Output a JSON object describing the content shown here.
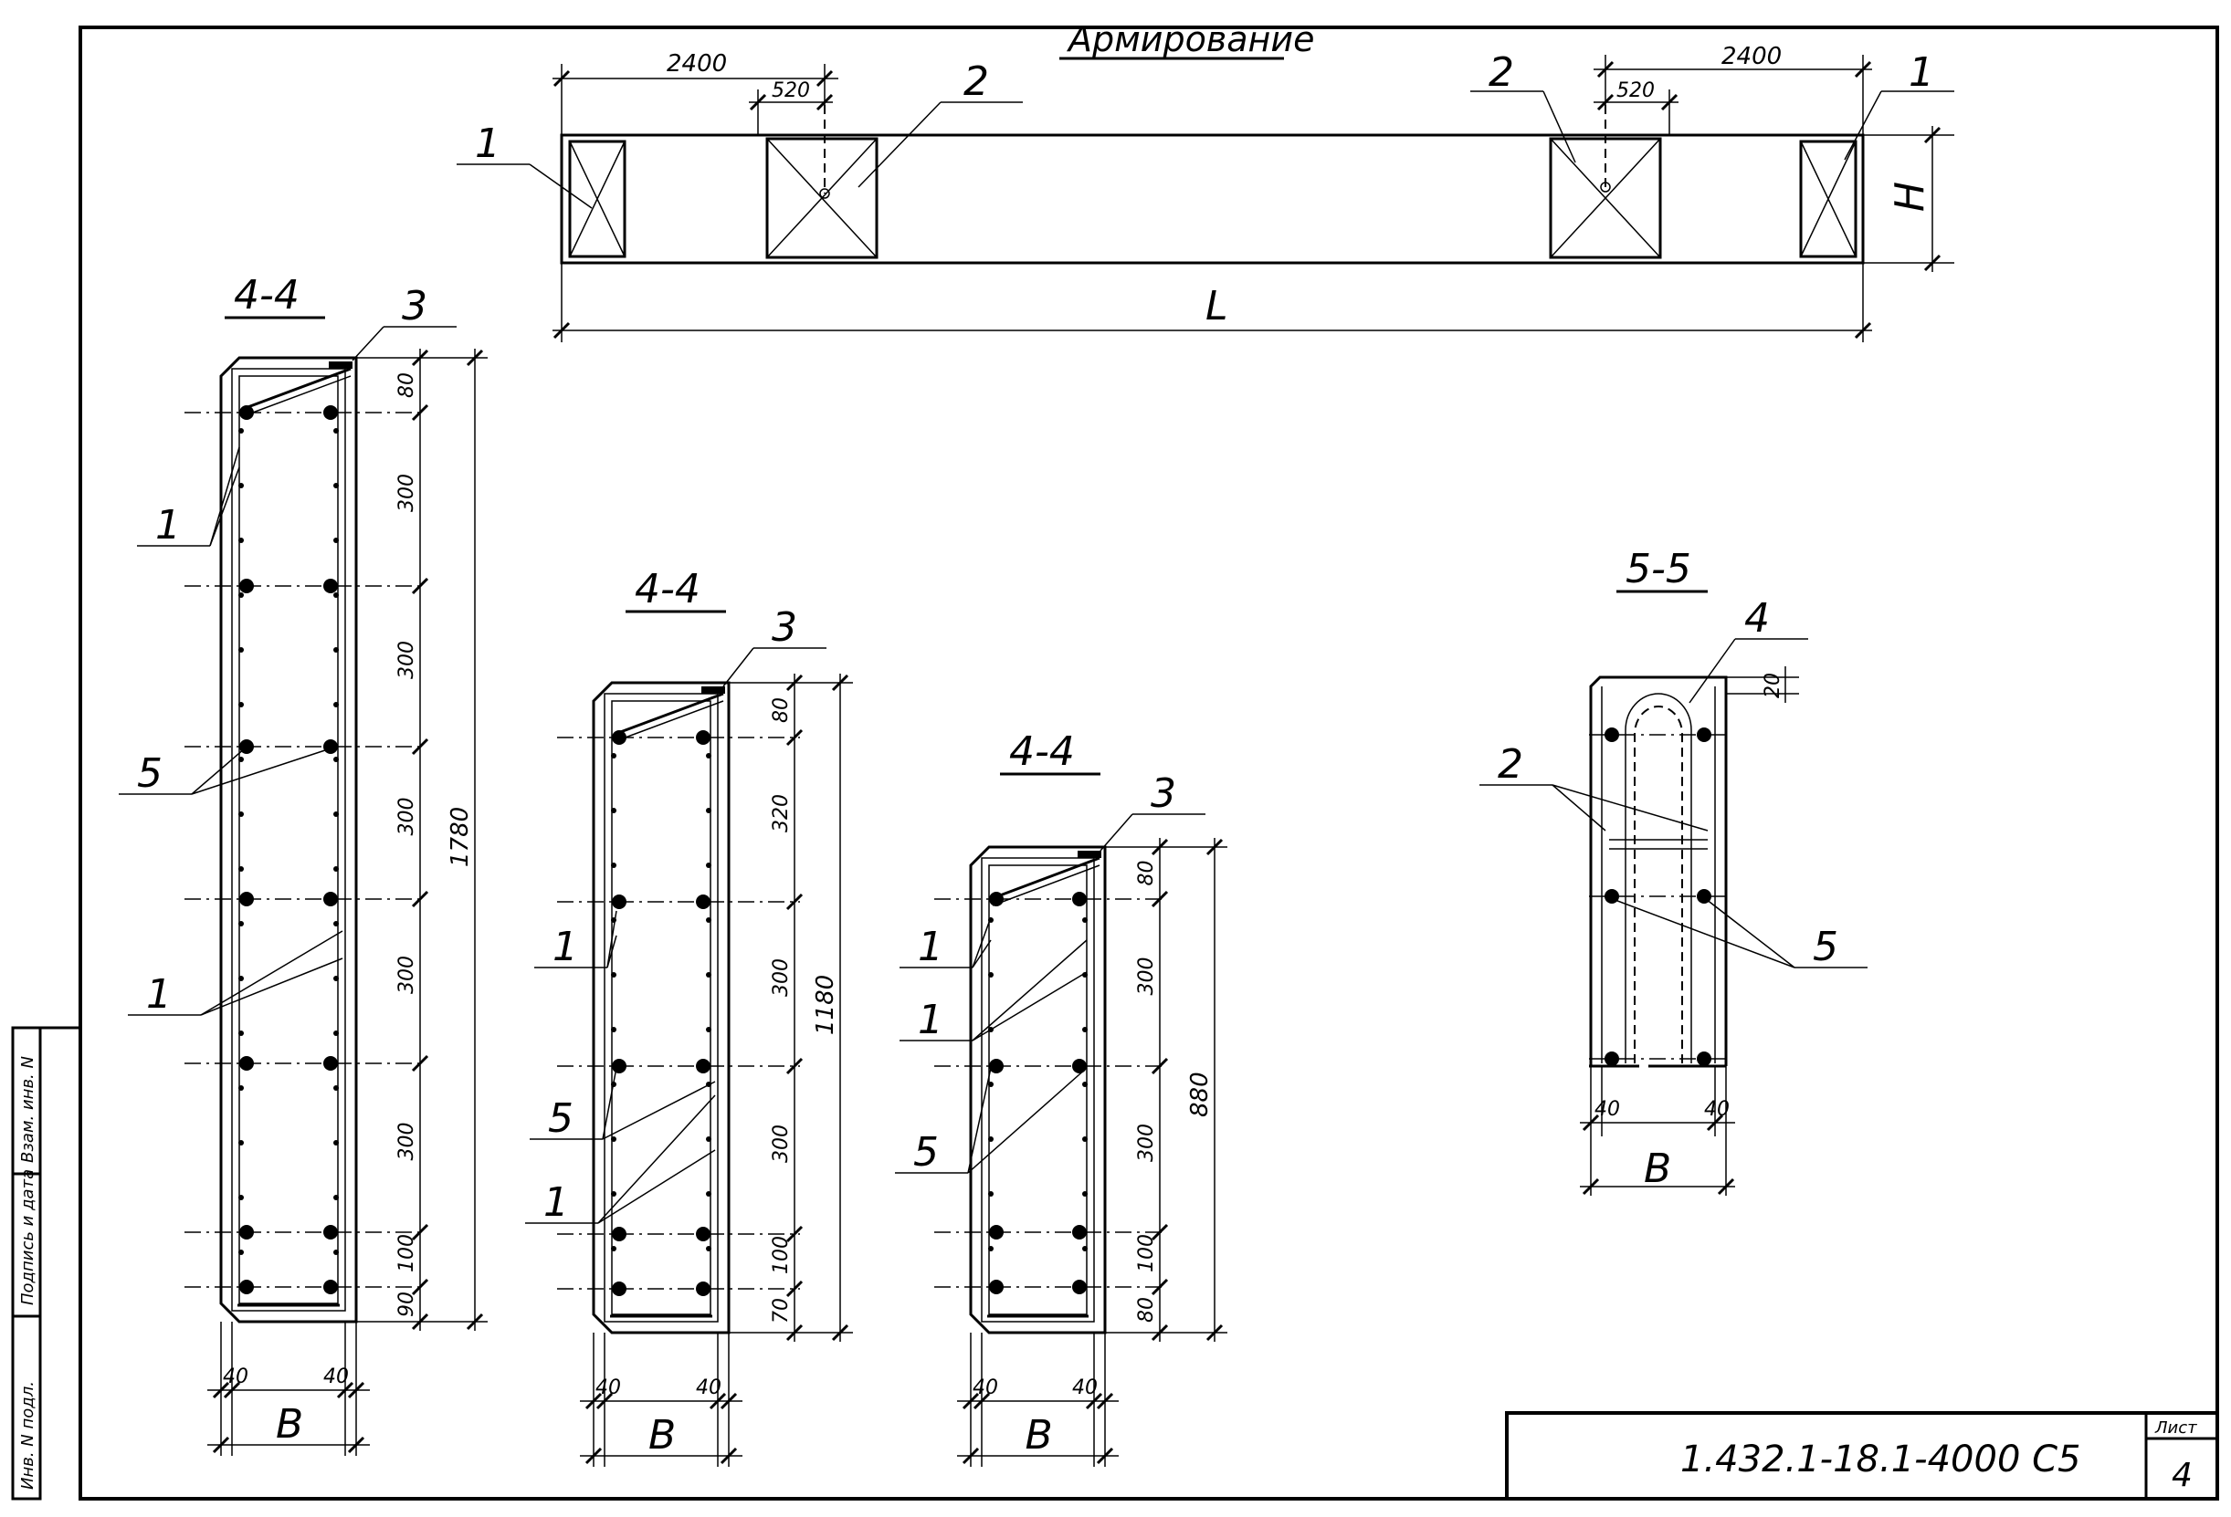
{
  "title": "Армирование",
  "plan": {
    "dim_2400_left": "2400",
    "dim_520_left": "520",
    "dim_520_right": "520",
    "dim_2400_right": "2400",
    "dim_L": "L",
    "dim_H": "H",
    "pos_1_left": "1",
    "pos_2_left": "2",
    "pos_2_right": "2",
    "pos_1_right": "1"
  },
  "section_a": {
    "title": "4-4",
    "total": "1780",
    "spacings": [
      "80",
      "300",
      "300",
      "300",
      "300",
      "300",
      "100",
      "90"
    ],
    "left_cover": "40",
    "right_cover": "40",
    "width": "B",
    "labels": {
      "pos1_top": "1",
      "pos5": "5",
      "pos1_bottom": "1",
      "pos3": "3"
    }
  },
  "section_b": {
    "title": "4-4",
    "total": "1180",
    "spacings": [
      "80",
      "320",
      "300",
      "300",
      "100",
      "70"
    ],
    "left_cover": "40",
    "right_cover": "40",
    "width": "B",
    "labels": {
      "pos1_top": "1",
      "pos5": "5",
      "pos1_bottom": "1",
      "pos3": "3"
    }
  },
  "section_c": {
    "title": "4-4",
    "total": "880",
    "spacings": [
      "80",
      "300",
      "300",
      "100",
      "80"
    ],
    "left_cover": "40",
    "right_cover": "40",
    "width": "B",
    "labels": {
      "pos1_top": "1",
      "pos1_mid": "1",
      "pos5": "5",
      "pos3": "3"
    }
  },
  "section_d": {
    "title": "5-5",
    "top_dim": "20",
    "left_cover": "40",
    "right_cover": "40",
    "width": "B",
    "labels": {
      "pos4": "4",
      "pos2": "2",
      "pos5": "5"
    }
  },
  "title_block": {
    "code": "1.432.1-18.1-4000 С5",
    "sheet_label": "Лист",
    "sheet_no": "4"
  },
  "side_stamp": {
    "fields": [
      "Инв. N подл.",
      "Подпись и дата",
      "Взам. инв. N"
    ]
  }
}
